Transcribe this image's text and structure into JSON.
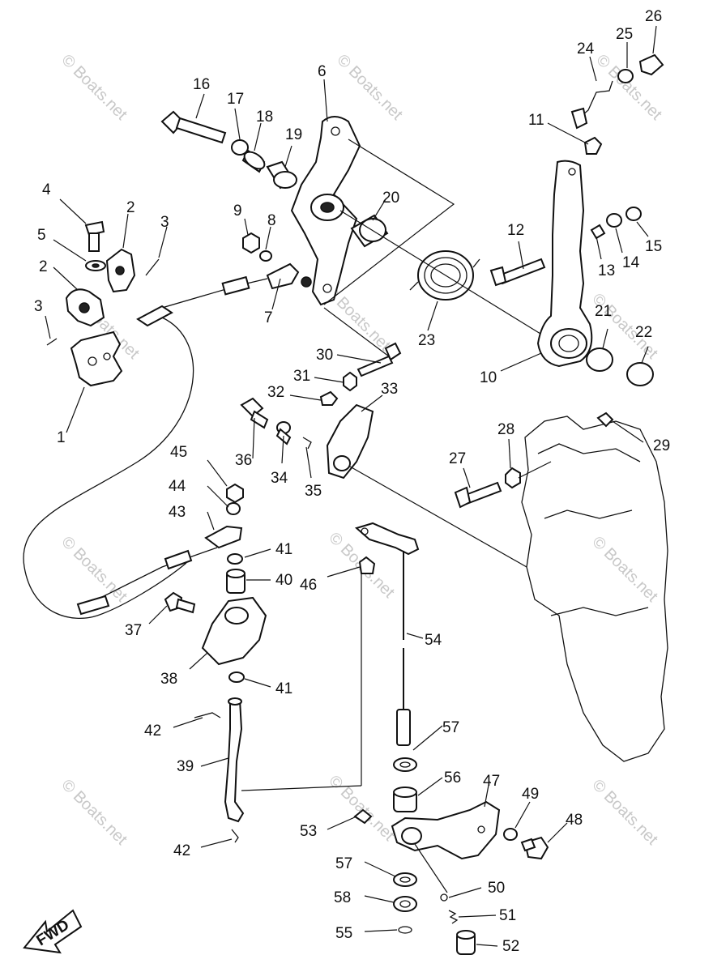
{
  "watermark": "© Boats.net",
  "direction_badge": "FWD",
  "callouts": [
    {
      "id": "c1",
      "text": "1"
    },
    {
      "id": "c2a",
      "text": "2"
    },
    {
      "id": "c2b",
      "text": "2"
    },
    {
      "id": "c3a",
      "text": "3"
    },
    {
      "id": "c3b",
      "text": "3"
    },
    {
      "id": "c4",
      "text": "4"
    },
    {
      "id": "c5",
      "text": "5"
    },
    {
      "id": "c6",
      "text": "6"
    },
    {
      "id": "c7",
      "text": "7"
    },
    {
      "id": "c8",
      "text": "8"
    },
    {
      "id": "c9",
      "text": "9"
    },
    {
      "id": "c10",
      "text": "10"
    },
    {
      "id": "c11",
      "text": "11"
    },
    {
      "id": "c12",
      "text": "12"
    },
    {
      "id": "c13",
      "text": "13"
    },
    {
      "id": "c14",
      "text": "14"
    },
    {
      "id": "c15",
      "text": "15"
    },
    {
      "id": "c16",
      "text": "16"
    },
    {
      "id": "c17",
      "text": "17"
    },
    {
      "id": "c18",
      "text": "18"
    },
    {
      "id": "c19",
      "text": "19"
    },
    {
      "id": "c20",
      "text": "20"
    },
    {
      "id": "c21",
      "text": "21"
    },
    {
      "id": "c22",
      "text": "22"
    },
    {
      "id": "c23",
      "text": "23"
    },
    {
      "id": "c24",
      "text": "24"
    },
    {
      "id": "c25",
      "text": "25"
    },
    {
      "id": "c26",
      "text": "26"
    },
    {
      "id": "c27",
      "text": "27"
    },
    {
      "id": "c28",
      "text": "28"
    },
    {
      "id": "c29",
      "text": "29"
    },
    {
      "id": "c30",
      "text": "30"
    },
    {
      "id": "c31",
      "text": "31"
    },
    {
      "id": "c32",
      "text": "32"
    },
    {
      "id": "c33",
      "text": "33"
    },
    {
      "id": "c34",
      "text": "34"
    },
    {
      "id": "c35",
      "text": "35"
    },
    {
      "id": "c36",
      "text": "36"
    },
    {
      "id": "c37",
      "text": "37"
    },
    {
      "id": "c38",
      "text": "38"
    },
    {
      "id": "c39",
      "text": "39"
    },
    {
      "id": "c40",
      "text": "40"
    },
    {
      "id": "c41a",
      "text": "41"
    },
    {
      "id": "c41b",
      "text": "41"
    },
    {
      "id": "c42a",
      "text": "42"
    },
    {
      "id": "c42b",
      "text": "42"
    },
    {
      "id": "c43",
      "text": "43"
    },
    {
      "id": "c44",
      "text": "44"
    },
    {
      "id": "c45",
      "text": "45"
    },
    {
      "id": "c46",
      "text": "46"
    },
    {
      "id": "c47",
      "text": "47"
    },
    {
      "id": "c48",
      "text": "48"
    },
    {
      "id": "c49",
      "text": "49"
    },
    {
      "id": "c50",
      "text": "50"
    },
    {
      "id": "c51",
      "text": "51"
    },
    {
      "id": "c52",
      "text": "52"
    },
    {
      "id": "c53",
      "text": "53"
    },
    {
      "id": "c54",
      "text": "54"
    },
    {
      "id": "c55",
      "text": "55"
    },
    {
      "id": "c56",
      "text": "56"
    },
    {
      "id": "c57a",
      "text": "57"
    },
    {
      "id": "c57b",
      "text": "57"
    },
    {
      "id": "c58",
      "text": "58"
    }
  ]
}
